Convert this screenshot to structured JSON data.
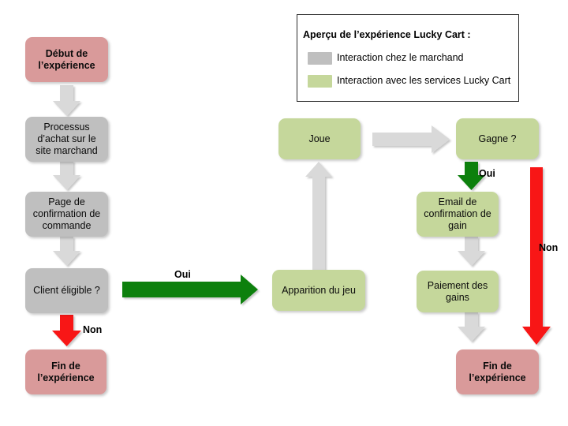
{
  "diagram": {
    "title": "Aperçu de l'expérience Lucky Cart",
    "colors": {
      "merchant_gray": "#bfbfbf",
      "luckycart_green": "#c5d79b",
      "terminal_rose": "#d99a9a",
      "yes_green": "#108010",
      "no_red": "#f81414",
      "neutral_arrow_gray": "#d9d9d9"
    }
  },
  "legend": {
    "title": "Aperçu de l’expérience Lucky Cart :",
    "items": [
      {
        "swatch": "gray",
        "label": "Interaction chez le marchand"
      },
      {
        "swatch": "green",
        "label": "Interaction avec les services Lucky Cart"
      }
    ]
  },
  "nodes": {
    "start": "Début de\nl’expérience",
    "purchase": "Processus\nd’achat sur le\nsite marchand",
    "confirmation": "Page de\nconfirmation de\ncommande",
    "eligible": "Client éligible ?",
    "end_left": "Fin de\nl’expérience",
    "game_appears": "Apparition du jeu",
    "play": "Joue",
    "win": "Gagne ?",
    "email": "Email de\nconfirmation de\ngain",
    "payment": "Paiement des\ngains",
    "end_right": "Fin de\nl’expérience"
  },
  "edge_labels": {
    "eligible_yes": "Oui",
    "eligible_no": "Non",
    "win_yes": "Oui",
    "win_no": "Non"
  }
}
